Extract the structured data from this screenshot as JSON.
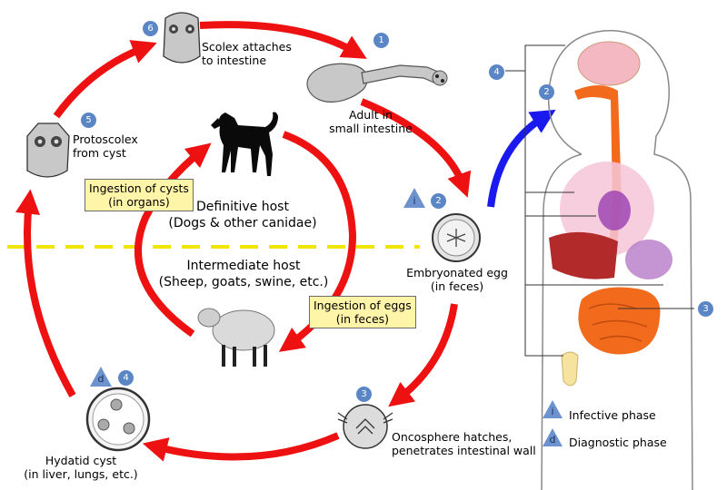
{
  "stages": {
    "s1": {
      "number": "1",
      "label_line1": "Adult in",
      "label_line2": "small intestine"
    },
    "s2": {
      "number": "2",
      "label_line1": "Embryonated egg",
      "label_line2": "(in feces)",
      "phase_letter": "i"
    },
    "s3": {
      "number": "3",
      "label_line1": "Oncosphere hatches,",
      "label_line2": "penetrates intestinal wall"
    },
    "s4": {
      "number": "4",
      "label_line1": "Hydatid cyst",
      "label_line2": "(in liver, lungs, etc.)",
      "phase_letter": "d"
    },
    "s5": {
      "number": "5",
      "label_line1": "Protoscolex",
      "label_line2": "from cyst"
    },
    "s6": {
      "number": "6",
      "label_line1": "Scolex attaches",
      "label_line2": "to intestine"
    }
  },
  "hosts": {
    "definitive_line1": "Definitive host",
    "definitive_line2": "(Dogs & other canidae)",
    "intermediate_line1": "Intermediate host",
    "intermediate_line2": "(Sheep, goats, swine, etc.)"
  },
  "boxes": {
    "cysts_line1": "Ingestion of cysts",
    "cysts_line2": "(in organs)",
    "eggs_line1": "Ingestion of eggs",
    "eggs_line2": "(in feces)"
  },
  "human": {
    "num_brain": "4",
    "num_mouth": "2",
    "num_intestine": "3"
  },
  "legend": {
    "infective_letter": "i",
    "infective_label": "Infective phase",
    "diagnostic_letter": "d",
    "diagnostic_label": "Diagnostic phase"
  },
  "colors": {
    "cycle_arrow": "#ee1111",
    "human_arrow": "#1a1aee",
    "divider": "#f2e600",
    "number_badge": "#5b86c6",
    "phase_triangle": "#6d93cf",
    "label_box": "#fff5a8"
  }
}
